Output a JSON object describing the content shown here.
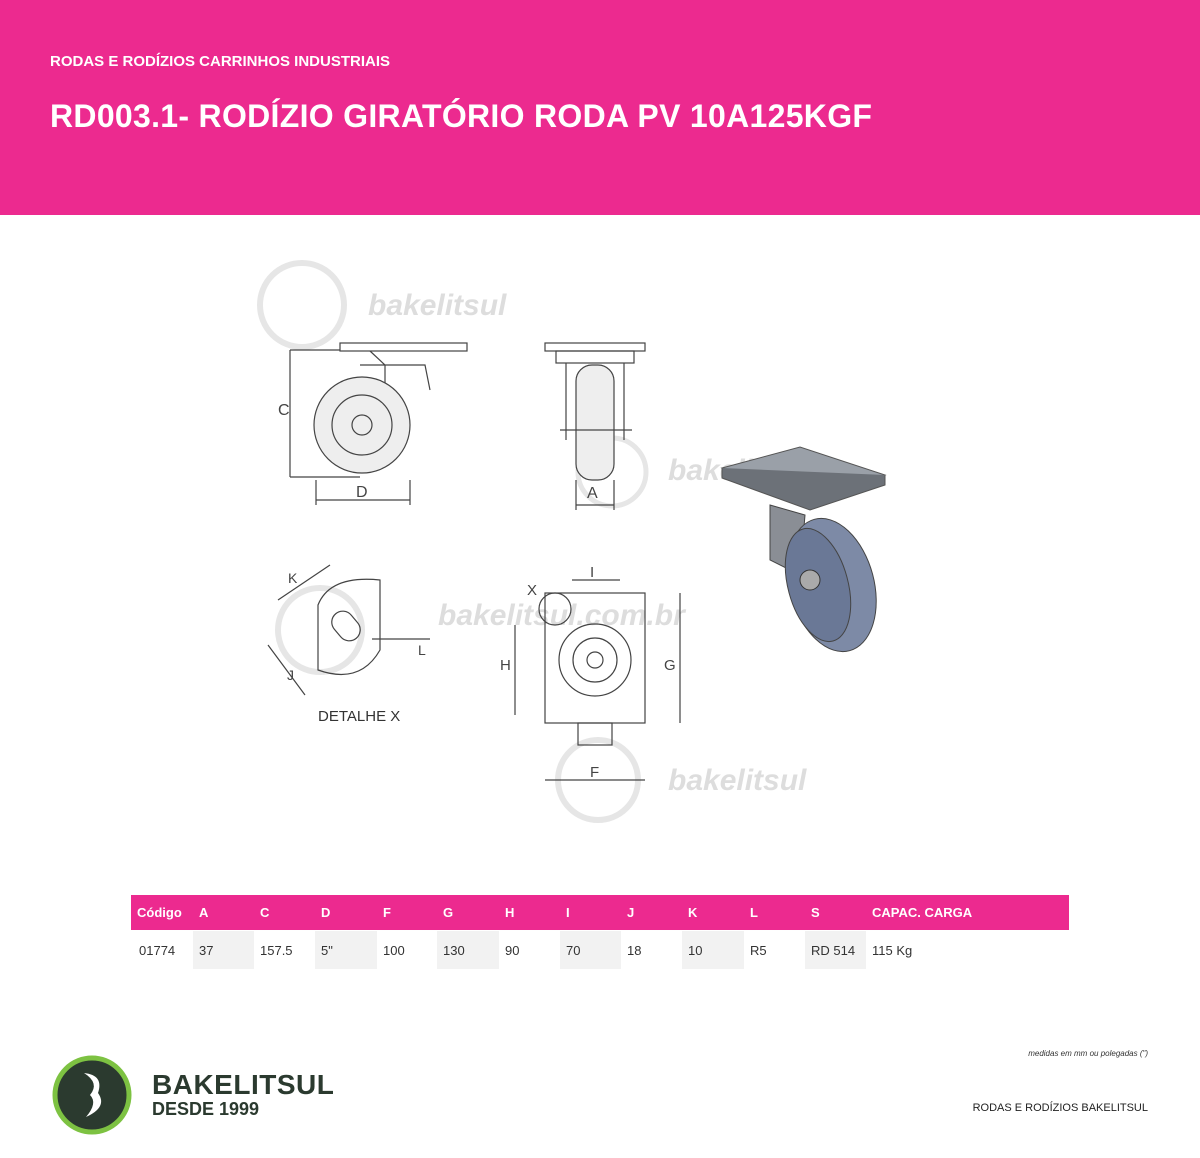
{
  "header": {
    "category": "RODAS E RODÍZIOS CARRINHOS INDUSTRIAIS",
    "title": "RD003.1- RODÍZIO GIRATÓRIO RODA PV 10A125KGF"
  },
  "drawing": {
    "watermark": "bakelitsul",
    "watermark_url": "bakelitsul.com.br",
    "labels": {
      "c": "C",
      "d": "D",
      "a": "A",
      "k": "K",
      "l": "L",
      "j": "J",
      "x": "X",
      "i": "I",
      "h": "H",
      "g": "G",
      "f": "F",
      "detail": "DETALHE X"
    }
  },
  "table": {
    "headers": [
      "Código",
      "A",
      "C",
      "D",
      "F",
      "G",
      "H",
      "I",
      "J",
      "K",
      "L",
      "S",
      "CAPAC. CARGA"
    ],
    "rows": [
      [
        "01774",
        "37",
        "157.5",
        "5\"",
        "100",
        "130",
        "90",
        "70",
        "18",
        "10",
        "R5",
        "RD 514",
        "115 Kg"
      ]
    ]
  },
  "footer": {
    "note": "medidas em mm ou polegadas (\")",
    "brand": "BAKELITSUL",
    "since": "DESDE 1999",
    "tagline": "RODAS E RODÍZIOS BAKELITSUL"
  },
  "colors": {
    "brand_pink": "#ec2a8f",
    "brand_green": "#2b3a2f",
    "logo_ring": "#7dc242"
  }
}
